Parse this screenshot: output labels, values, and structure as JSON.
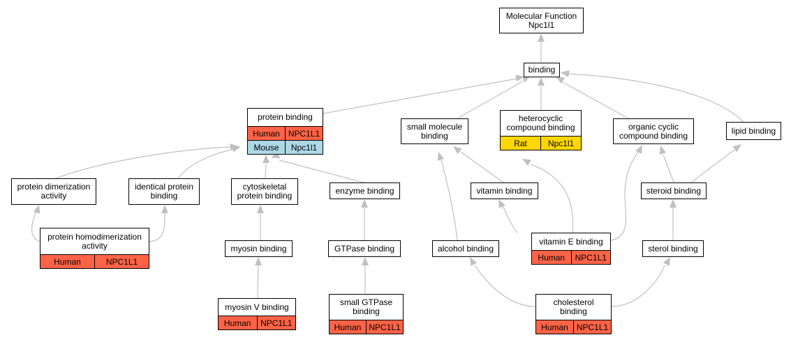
{
  "nodes": {
    "mf": {
      "title": "Molecular Function\nNpc1l1"
    },
    "binding": {
      "title": "binding"
    },
    "protein_binding": {
      "title": "protein binding",
      "rows": [
        [
          "Human",
          "NPC1L1",
          "human"
        ],
        [
          "Mouse",
          "Npc1l1",
          "mouse"
        ]
      ]
    },
    "small_molecule": {
      "title": "small molecule\nbinding"
    },
    "heterocyclic": {
      "title": "heterocyclic\ncompound binding",
      "rows": [
        [
          "Rat",
          "Npc1l1",
          "rat"
        ]
      ]
    },
    "organic_cyclic": {
      "title": "organic cyclic\ncompound binding"
    },
    "lipid": {
      "title": "lipid binding"
    },
    "dimerization": {
      "title": "protein dimerization\nactivity"
    },
    "identical": {
      "title": "identical protein\nbinding"
    },
    "cytoskeletal": {
      "title": "cytoskeletal\nprotein binding"
    },
    "enzyme": {
      "title": "enzyme binding"
    },
    "vitamin": {
      "title": "vitamin binding"
    },
    "steroid": {
      "title": "steroid binding"
    },
    "homodimerization": {
      "title": "protein homodimerization\nactivity",
      "rows": [
        [
          "Human",
          "NPC1L1",
          "human"
        ]
      ]
    },
    "myosin": {
      "title": "myosin binding"
    },
    "gtpase": {
      "title": "GTPase binding"
    },
    "alcohol": {
      "title": "alcohol binding"
    },
    "vitamin_e": {
      "title": "vitamin E binding",
      "rows": [
        [
          "Human",
          "NPC1L1",
          "human"
        ]
      ]
    },
    "sterol": {
      "title": "sterol binding"
    },
    "myosin_v": {
      "title": "myosin V binding",
      "rows": [
        [
          "Human",
          "NPC1L1",
          "human"
        ]
      ]
    },
    "small_gtpase": {
      "title": "small GTPase\nbinding",
      "rows": [
        [
          "Human",
          "NPC1L1",
          "human"
        ]
      ]
    },
    "cholesterol": {
      "title": "cholesterol\nbinding",
      "rows": [
        [
          "Human",
          "NPC1L1",
          "human"
        ]
      ]
    }
  },
  "colors": {
    "human": "#ff6347",
    "mouse": "#add8e6",
    "rat": "#ffd700",
    "edge": "#c0c0c0"
  }
}
